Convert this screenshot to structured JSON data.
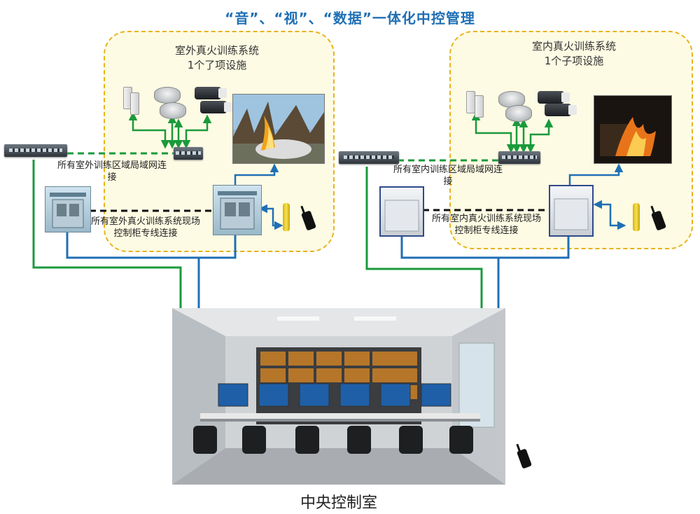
{
  "title": "“音”、“视”、“数据”一体化中控管理",
  "outdoor": {
    "zone_title": "室外真火训练系统",
    "zone_subtitle": "1个了项设施",
    "lan_label": "所有室外训练区域局域网连接",
    "cabinet_label": "所有室外真火训练系统现场控制柜专线连接"
  },
  "indoor": {
    "zone_title": "室内真火训练系统",
    "zone_subtitle": "1个子项设施",
    "lan_label": "所有室内训练区域局域网连接",
    "cabinet_label": "所有室内真火训练系统现场控制柜专线连接"
  },
  "control_room": {
    "caption": "中央控制室"
  },
  "colors": {
    "green_link": "#1a9a3c",
    "blue_link": "#1f6fb4",
    "dashed_zone": "#e8b21f",
    "title": "#1f6fb4"
  }
}
